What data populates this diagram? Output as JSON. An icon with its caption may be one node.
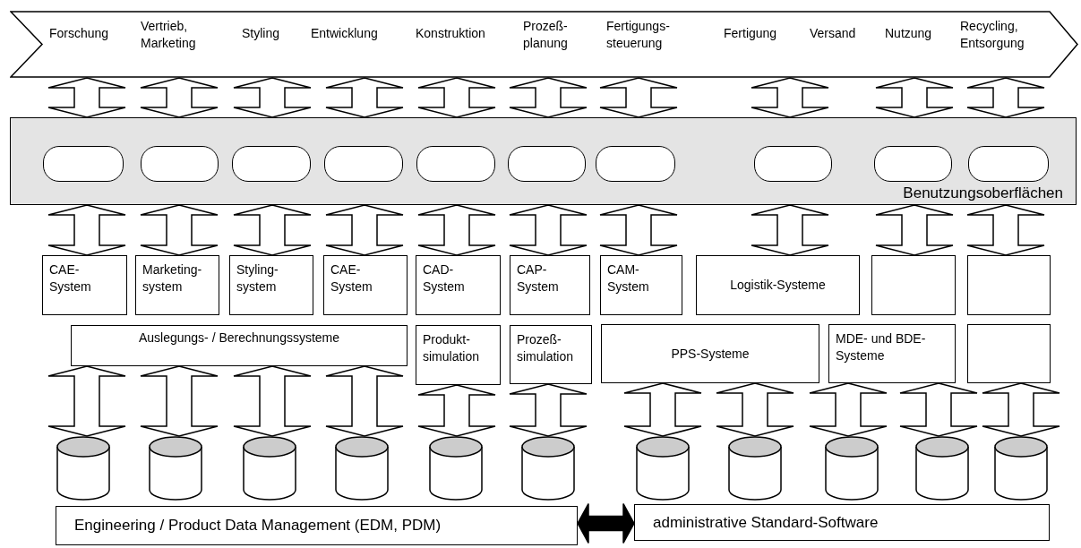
{
  "diagram": {
    "nodes": [
      {
        "text": [
          "Forschung",
          "Vertrieb, Marketing",
          "Styling",
          "Entwicklung",
          "Konstruktion",
          "Prozeß-planung",
          "Fertigungs-steuerung",
          "Fertigung",
          "Versand",
          "Nutzung",
          "Recycling, Entsorgung"
        ]
      },
      {
        "text": [
          "Benutzungsoberflächen"
        ]
      },
      {
        "text": [],
        "shape": "box",
        "in": 1
      },
      {
        "text": [],
        "shape": "box",
        "in": 1
      },
      {
        "text": [],
        "shape": "box",
        "in": 1
      },
      {
        "text": [],
        "shape": "box",
        "in": 1
      },
      {
        "text": [],
        "shape": "box",
        "in": 1
      },
      {
        "text": [],
        "shape": "box",
        "in": 1
      },
      {
        "text": [],
        "shape": "box",
        "in": 1
      },
      {
        "text": [],
        "shape": "box",
        "in": 1
      },
      {
        "text": [],
        "shape": "box",
        "in": 1
      },
      {
        "text": [],
        "shape": "box",
        "in": 1
      },
      {
        "text": [
          "CAE-System"
        ]
      },
      {
        "text": [
          "Marketing-system"
        ]
      },
      {
        "text": [
          "Styling-system"
        ]
      },
      {
        "text": [
          "CAE-System"
        ]
      },
      {
        "text": [
          "CAD-System"
        ]
      },
      {
        "text": [
          "CAP-System"
        ]
      },
      {
        "text": [
          "CAM-System"
        ]
      },
      {
        "text": [
          "Logistik-Systeme"
        ]
      },
      {
        "text": [],
        "shape": "box"
      },
      {
        "text": [],
        "shape": "box"
      },
      {
        "text": [
          "Auslegungs- / Berechnungssysteme"
        ]
      },
      {
        "text": [
          "Produkt-simulation"
        ]
      },
      {
        "text": [
          "Prozeß-simulation"
        ]
      },
      {
        "text": [
          "PPS-Systeme"
        ]
      },
      {
        "text": [
          "MDE- und BDE-Systeme"
        ]
      },
      {
        "text": [],
        "shape": "box"
      },
      {
        "text": [],
        "shape": "cylinder"
      },
      {
        "text": [],
        "shape": "cylinder"
      },
      {
        "text": [],
        "shape": "cylinder"
      },
      {
        "text": [],
        "shape": "cylinder"
      },
      {
        "text": [],
        "shape": "cylinder"
      },
      {
        "text": [],
        "shape": "cylinder"
      },
      {
        "text": [],
        "shape": "cylinder"
      },
      {
        "text": [],
        "shape": "cylinder"
      },
      {
        "text": [],
        "shape": "cylinder"
      },
      {
        "text": [],
        "shape": "cylinder"
      },
      {
        "text": [],
        "shape": "cylinder"
      },
      {
        "text": [
          "Engineering / Product Data Management (EDM, PDM)"
        ]
      },
      {
        "text": [
          "administrative Standard-Software"
        ]
      }
    ],
    "edges": [
      {
        "from": 0,
        "to": 1,
        "arrow": "both"
      },
      {
        "from": 0,
        "to": 1,
        "arrow": "both"
      },
      {
        "from": 0,
        "to": 1,
        "arrow": "both"
      },
      {
        "from": 0,
        "to": 1,
        "arrow": "both"
      },
      {
        "from": 0,
        "to": 1,
        "arrow": "both"
      },
      {
        "from": 0,
        "to": 1,
        "arrow": "both"
      },
      {
        "from": 0,
        "to": 1,
        "arrow": "both"
      },
      {
        "from": 0,
        "to": 1,
        "arrow": "both"
      },
      {
        "from": 0,
        "to": 1,
        "arrow": "both"
      },
      {
        "from": 0,
        "to": 1,
        "arrow": "both"
      },
      {
        "from": 1,
        "to": 12,
        "arrow": "both"
      },
      {
        "from": 1,
        "to": 13,
        "arrow": "both"
      },
      {
        "from": 1,
        "to": 14,
        "arrow": "both"
      },
      {
        "from": 1,
        "to": 15,
        "arrow": "both"
      },
      {
        "from": 1,
        "to": 16,
        "arrow": "both"
      },
      {
        "from": 1,
        "to": 17,
        "arrow": "both"
      },
      {
        "from": 1,
        "to": 18,
        "arrow": "both"
      },
      {
        "from": 1,
        "to": 19,
        "arrow": "both"
      },
      {
        "from": 1,
        "to": 20,
        "arrow": "both"
      },
      {
        "from": 1,
        "to": 21,
        "arrow": "both"
      },
      {
        "from": 22,
        "to": 28,
        "arrow": "both"
      },
      {
        "from": 22,
        "to": 29,
        "arrow": "both"
      },
      {
        "from": 22,
        "to": 30,
        "arrow": "both"
      },
      {
        "from": 22,
        "to": 31,
        "arrow": "both"
      },
      {
        "from": 23,
        "to": 32,
        "arrow": "both"
      },
      {
        "from": 24,
        "to": 33,
        "arrow": "both"
      },
      {
        "from": 25,
        "to": 34,
        "arrow": "both"
      },
      {
        "from": 25,
        "to": 35,
        "arrow": "both"
      },
      {
        "from": 26,
        "to": 36,
        "arrow": "both"
      },
      {
        "from": 26,
        "to": 37,
        "arrow": "both"
      },
      {
        "from": 27,
        "to": 38,
        "arrow": "both"
      },
      {
        "from": 39,
        "to": 40,
        "arrow": "both",
        "style": "thick"
      }
    ]
  }
}
